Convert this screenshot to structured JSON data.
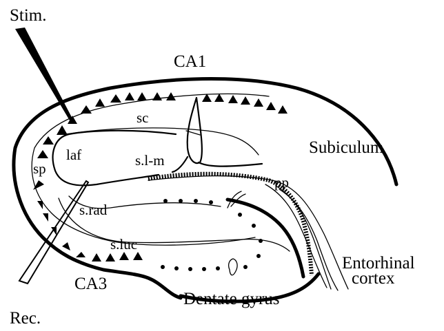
{
  "labels": {
    "stim": "Stim.",
    "rec": "Rec.",
    "ca1": "CA1",
    "ca3": "CA3",
    "sc": "sc",
    "laf": "laf",
    "sp": "sp",
    "slm": "s.l-m",
    "subiculum": "Subiculum",
    "pp": "pp",
    "srad": "s.rad",
    "sluc": "s.luc",
    "entorhinal": "Entorhinal",
    "cortex": "cortex",
    "dentate": "Dentate gyrus"
  }
}
